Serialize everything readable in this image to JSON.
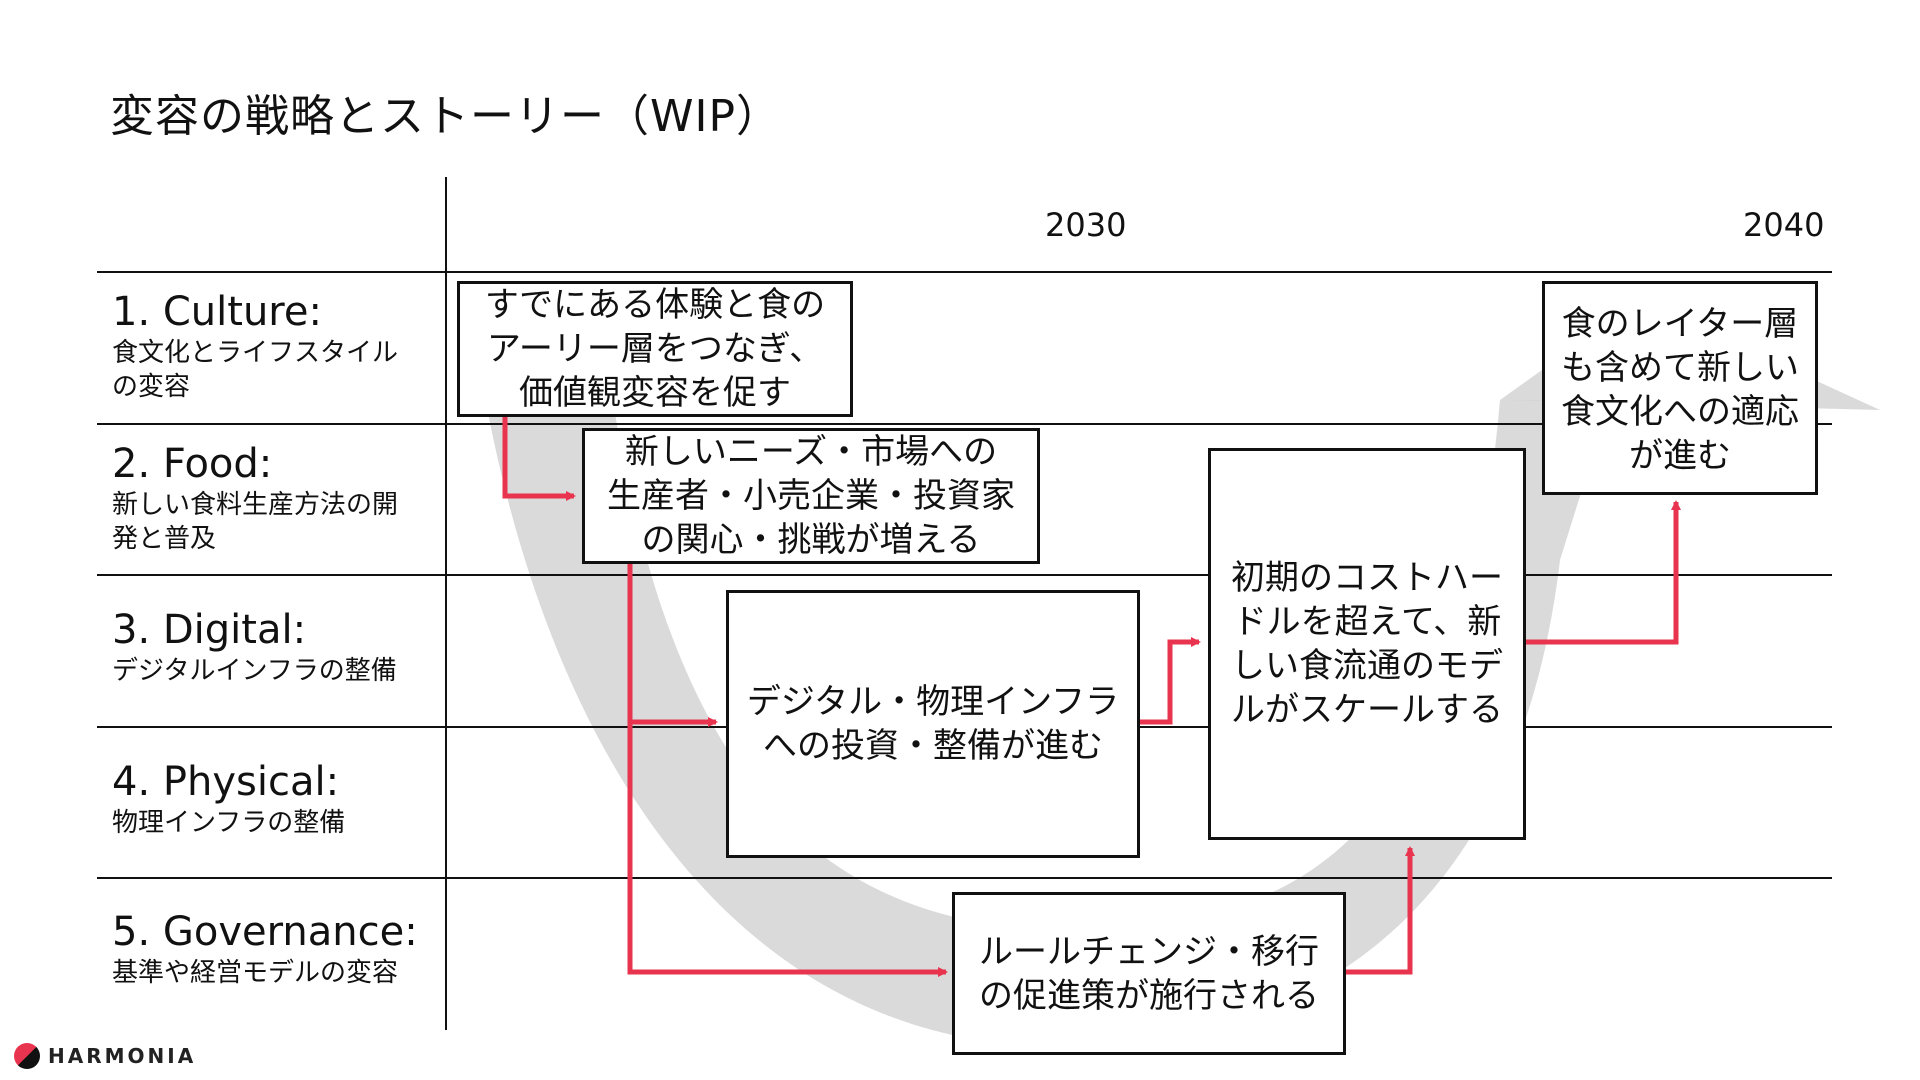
{
  "title": "変容の戦略とストーリー（WIP）",
  "timeline": {
    "years": [
      "2030",
      "2040"
    ]
  },
  "rows": [
    {
      "title": "1. Culture:",
      "subtitle": "食文化とライフスタイル\nの変容"
    },
    {
      "title": "2. Food:",
      "subtitle": "新しい食料生産方法の開\n発と普及"
    },
    {
      "title": "3. Digital:",
      "subtitle": "デジタルインフラの整備"
    },
    {
      "title": "4. Physical:",
      "subtitle": "物理インフラの整備"
    },
    {
      "title": "5. Governance:",
      "subtitle": "基準や経営モデルの変容"
    }
  ],
  "boxes": {
    "culture_start": "すでにある体験と食の\nアーリー層をつなぎ、\n価値観変容を促す",
    "food_interest": "新しいニーズ・市場への\n生産者・小売企業・投資家\nの関心・挑戦が増える",
    "infra_investment": "デジタル・物理インフラ\nへの投資・整備が進む",
    "scale_model": "初期のコストハー\nドルを超えて、新\nしい食流通のモデ\nルがスケールする",
    "rule_change": "ルールチェンジ・移行\nの促進策が施行される",
    "culture_adapt": "食のレイター層\nも含めて新しい\n食文化への適応\nが進む"
  },
  "colors": {
    "arrow": "#e8344f",
    "curve": "#d4d4d4",
    "line": "#111111"
  },
  "logo": {
    "text": "HARMONIA"
  }
}
